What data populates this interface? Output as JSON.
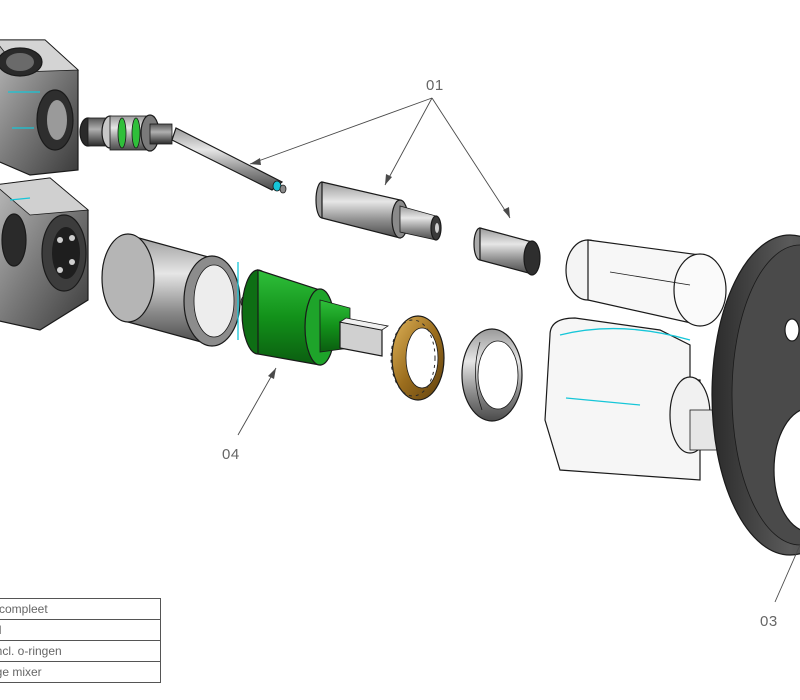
{
  "callouts": {
    "c01": "01",
    "c03": "03",
    "c04": "04"
  },
  "parts_table": {
    "rows": [
      "l compleet",
      "H",
      "incl. o-ringen",
      "lge mixer"
    ]
  },
  "colors": {
    "cartridge_green": "#12911a",
    "brass_ring": "#b8862a",
    "metal_dark": "#3a3a3a",
    "metal_light": "#c8c8c8",
    "highlight_cyan": "#16c6d8",
    "escutcheon_dark": "#4a4a4a"
  }
}
